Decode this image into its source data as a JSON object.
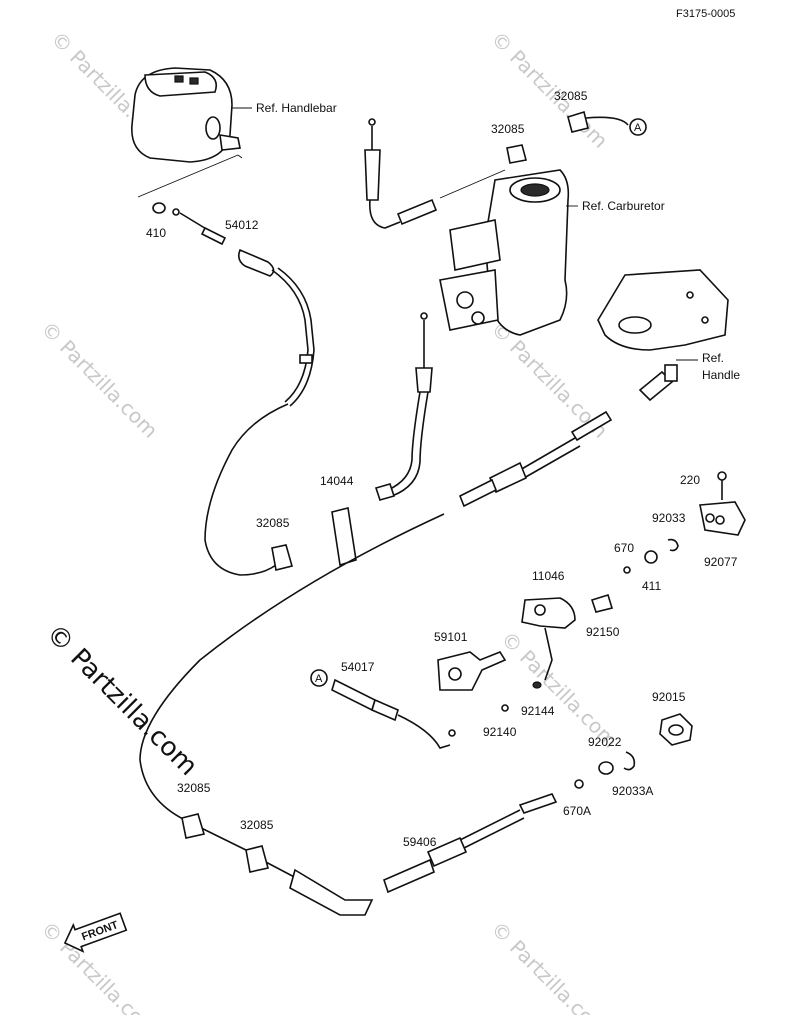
{
  "figure_code": "F3175-0005",
  "labels": {
    "ref_handlebar": "Ref. Handlebar",
    "ref_carburetor": "Ref. Carburetor",
    "ref_handle_1": "Ref.",
    "ref_handle_2": "Handle",
    "front": "FRONT",
    "callout_a": "A"
  },
  "parts": {
    "p32085_top": "32085",
    "p32085_mid": "32085",
    "p32085_left": "32085",
    "p32085_bl1": "32085",
    "p32085_bl2": "32085",
    "p410": "410",
    "p54012": "54012",
    "p14044": "14044",
    "p220": "220",
    "p92033": "92033",
    "p92077": "92077",
    "p670": "670",
    "p411": "411",
    "p11046": "11046",
    "p92150": "92150",
    "p59101": "59101",
    "p54017": "54017",
    "p92144": "92144",
    "p92140": "92140",
    "p92015": "92015",
    "p92022": "92022",
    "p92033a": "92033A",
    "p670a": "670A",
    "p59406": "59406"
  },
  "watermark": {
    "small": "© Partzilla.com",
    "large": "© Partzilla.com"
  }
}
